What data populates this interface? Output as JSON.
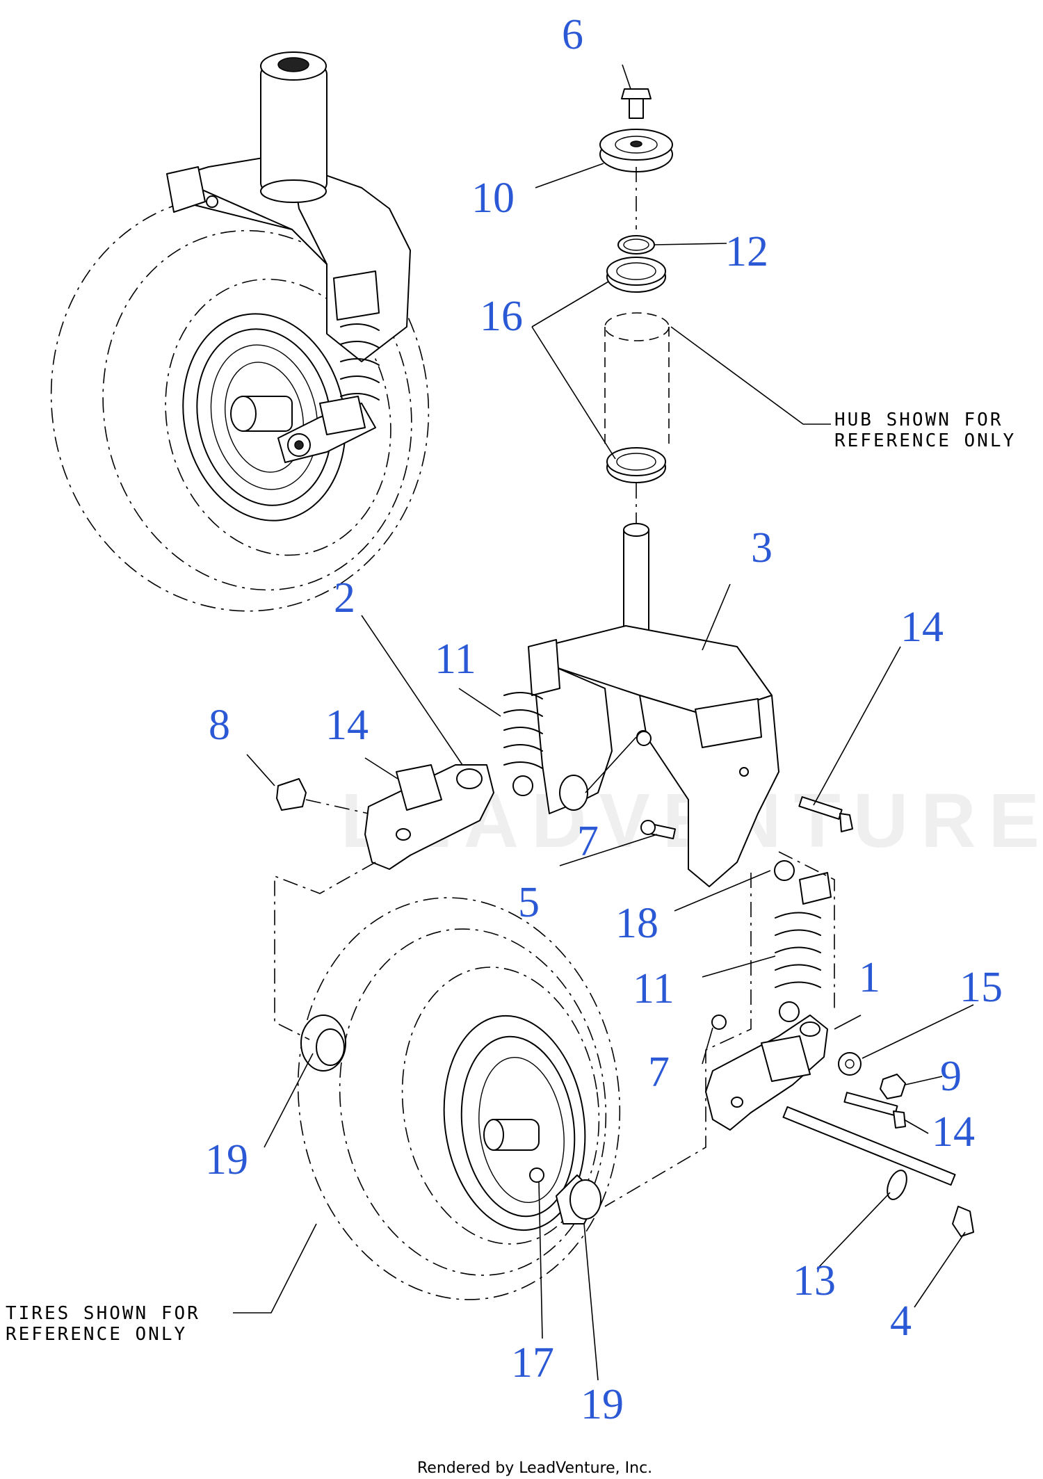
{
  "labels": {
    "n1": "1",
    "n2": "2",
    "n3": "3",
    "n4": "4",
    "n5": "5",
    "n6": "6",
    "n7a": "7",
    "n7b": "7",
    "n8": "8",
    "n9": "9",
    "n10": "10",
    "n11a": "11",
    "n11b": "11",
    "n12": "12",
    "n13": "13",
    "n14a": "14",
    "n14b": "14",
    "n14c": "14",
    "n15": "15",
    "n16": "16",
    "n17": "17",
    "n18": "18",
    "n19a": "19",
    "n19b": "19"
  },
  "notes": {
    "hub_line1": "HUB SHOWN FOR",
    "hub_line2": "REFERENCE ONLY",
    "tire_line1": "TIRES SHOWN FOR",
    "tire_line2": "REFERENCE ONLY"
  },
  "watermark": "LEADVENTURE",
  "footer": "Rendered by LeadVenture, Inc."
}
